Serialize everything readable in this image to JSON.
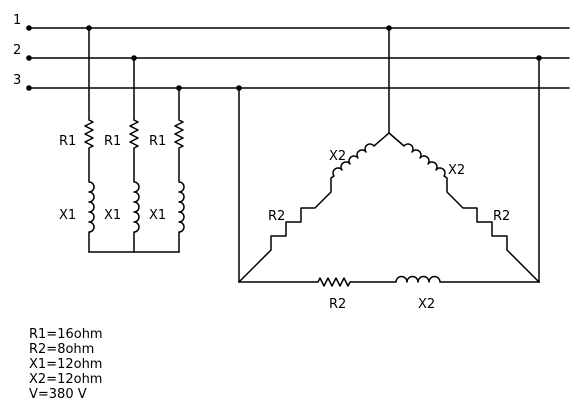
{
  "lines": [
    "1",
    "2",
    "3"
  ],
  "wye": {
    "branches": [
      {
        "resistor": "R1",
        "inductor": "X1"
      },
      {
        "resistor": "R1",
        "inductor": "X1"
      },
      {
        "resistor": "R1",
        "inductor": "X1"
      }
    ]
  },
  "delta": {
    "left_inductor": "X2",
    "right_inductor": "X2",
    "left_resistor": "R2",
    "right_resistor": "R2",
    "bottom_resistor": "R2",
    "bottom_inductor": "X2"
  },
  "legend": [
    "R1=16ohm",
    "R2=8ohm",
    "X1=12ohm",
    "X2=12ohm",
    "V=380 V"
  ]
}
